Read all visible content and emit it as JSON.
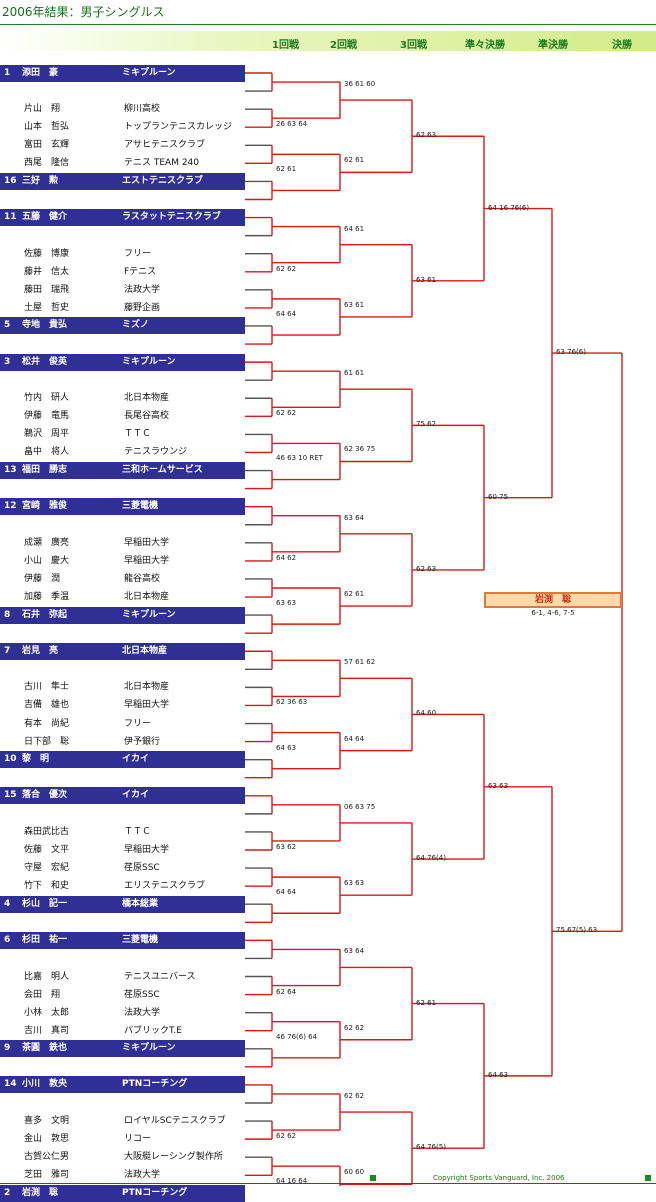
{
  "title": "2006年結果：男子シングルス",
  "rounds": [
    "1回戦",
    "2回戦",
    "3回戦",
    "準々決勝",
    "準決勝",
    "決勝"
  ],
  "players": [
    {
      "seed": "1",
      "name": "添田　豪",
      "club": "ミキプルーン"
    },
    {
      "seed": "",
      "name": "片山　翔",
      "club": "柳川高校"
    },
    {
      "seed": "",
      "name": "山本　哲弘",
      "club": "トップランテニスカレッジ"
    },
    {
      "seed": "",
      "name": "富田　玄輝",
      "club": "アサヒテニスクラブ"
    },
    {
      "seed": "",
      "name": "西尾　隆信",
      "club": "テニス TEAM 240"
    },
    {
      "seed": "16",
      "name": "三好　勲",
      "club": "エストテニスクラブ"
    },
    {
      "seed": "11",
      "name": "五藤　健介",
      "club": "ラスタットテニスクラブ"
    },
    {
      "seed": "",
      "name": "佐藤　博康",
      "club": "フリー"
    },
    {
      "seed": "",
      "name": "藤井　信太",
      "club": "Fテニス"
    },
    {
      "seed": "",
      "name": "藤田　瑞飛",
      "club": "法政大学"
    },
    {
      "seed": "",
      "name": "土屋　哲史",
      "club": "藤野企画"
    },
    {
      "seed": "5",
      "name": "寺地　貴弘",
      "club": "ミズノ"
    },
    {
      "seed": "3",
      "name": "松井　俊英",
      "club": "ミキプルーン"
    },
    {
      "seed": "",
      "name": "竹内　研人",
      "club": "北日本物産"
    },
    {
      "seed": "",
      "name": "伊藤　竜馬",
      "club": "長尾谷高校"
    },
    {
      "seed": "",
      "name": "鵜沢　周平",
      "club": "ＴＴＣ"
    },
    {
      "seed": "",
      "name": "畠中　将人",
      "club": "テニスラウンジ"
    },
    {
      "seed": "13",
      "name": "福田　勝志",
      "club": "三和ホームサービス"
    },
    {
      "seed": "12",
      "name": "宮崎　雅俊",
      "club": "三菱電機"
    },
    {
      "seed": "",
      "name": "成瀬　廣亮",
      "club": "早稲田大学"
    },
    {
      "seed": "",
      "name": "小山　慶大",
      "club": "早稲田大学"
    },
    {
      "seed": "",
      "name": "伊藤　潤",
      "club": "龍谷高校"
    },
    {
      "seed": "",
      "name": "加藤　季温",
      "club": "北日本物産"
    },
    {
      "seed": "8",
      "name": "石井　弥起",
      "club": "ミキプルーン"
    },
    {
      "seed": "7",
      "name": "岩見　亮",
      "club": "北日本物産"
    },
    {
      "seed": "",
      "name": "古川　隼士",
      "club": "北日本物産"
    },
    {
      "seed": "",
      "name": "吉備　雄也",
      "club": "早稲田大学"
    },
    {
      "seed": "",
      "name": "有本　尚紀",
      "club": "フリー"
    },
    {
      "seed": "",
      "name": "日下部　聡",
      "club": "伊予銀行"
    },
    {
      "seed": "10",
      "name": "黎　明",
      "club": "イカイ"
    },
    {
      "seed": "15",
      "name": "落合　優次",
      "club": "イカイ"
    },
    {
      "seed": "",
      "name": "森田武比古",
      "club": "ＴＴＣ"
    },
    {
      "seed": "",
      "name": "佐藤　文平",
      "club": "早稲田大学"
    },
    {
      "seed": "",
      "name": "守屋　宏紀",
      "club": "荏原SSC"
    },
    {
      "seed": "",
      "name": "竹下　和史",
      "club": "エリステニスクラブ"
    },
    {
      "seed": "4",
      "name": "杉山　記一",
      "club": "橋本総業"
    },
    {
      "seed": "6",
      "name": "杉田　祐一",
      "club": "三菱電機"
    },
    {
      "seed": "",
      "name": "比嘉　明人",
      "club": "テニスユニバース"
    },
    {
      "seed": "",
      "name": "会田　翔",
      "club": "荏原SSC"
    },
    {
      "seed": "",
      "name": "小林　太郎",
      "club": "法政大学"
    },
    {
      "seed": "",
      "name": "吉川　真司",
      "club": "パブリックT.E"
    },
    {
      "seed": "9",
      "name": "茶圓　鉄也",
      "club": "ミキプルーン"
    },
    {
      "seed": "14",
      "name": "小川　敦央",
      "club": "PTNコーチング"
    },
    {
      "seed": "",
      "name": "喜多　文明",
      "club": "ロイヤルSCテニスクラブ"
    },
    {
      "seed": "",
      "name": "金山　敦思",
      "club": "リコー"
    },
    {
      "seed": "",
      "name": "古賀公仁男",
      "club": "大阪艇レーシング製作所"
    },
    {
      "seed": "",
      "name": "芝田　雅司",
      "club": "法政大学"
    },
    {
      "seed": "2",
      "name": "岩渕　聡",
      "club": "PTNコーチング"
    }
  ],
  "scores": {
    "r1": [
      "26 63 64",
      "62 61",
      "62 62",
      "64 64",
      "62 62",
      "46 63 10 RET",
      "64 62",
      "63 63",
      "62 36 63",
      "64 63",
      "63 62",
      "64 64",
      "62 64",
      "46 76(6) 64",
      "62 62",
      "64 16 64"
    ],
    "r2": [
      "36 61 60",
      "62 61",
      "64 61",
      "63 61",
      "61 61",
      "62 36 75",
      "63 64",
      "62 61",
      "57 61 62",
      "64 64",
      "06 63 75",
      "63 63",
      "63 64",
      "62 62",
      "62 62",
      "60 60"
    ],
    "r3": [
      "62 63",
      "63 61",
      "75 62",
      "62 63",
      "64 60",
      "64 76(4)",
      "62 61",
      "64 76(5)"
    ],
    "qf": [
      "64 16 76(6)",
      "60 75",
      "63 63",
      "64 63"
    ],
    "sf": [
      "63 76(6)",
      "75 67(5) 63"
    ]
  },
  "champion": {
    "name": "岩渕　聡",
    "score": "6-1, 4-6, 7-5"
  },
  "copyright": "Copyright  Sports Vanguard, Inc. 2006"
}
